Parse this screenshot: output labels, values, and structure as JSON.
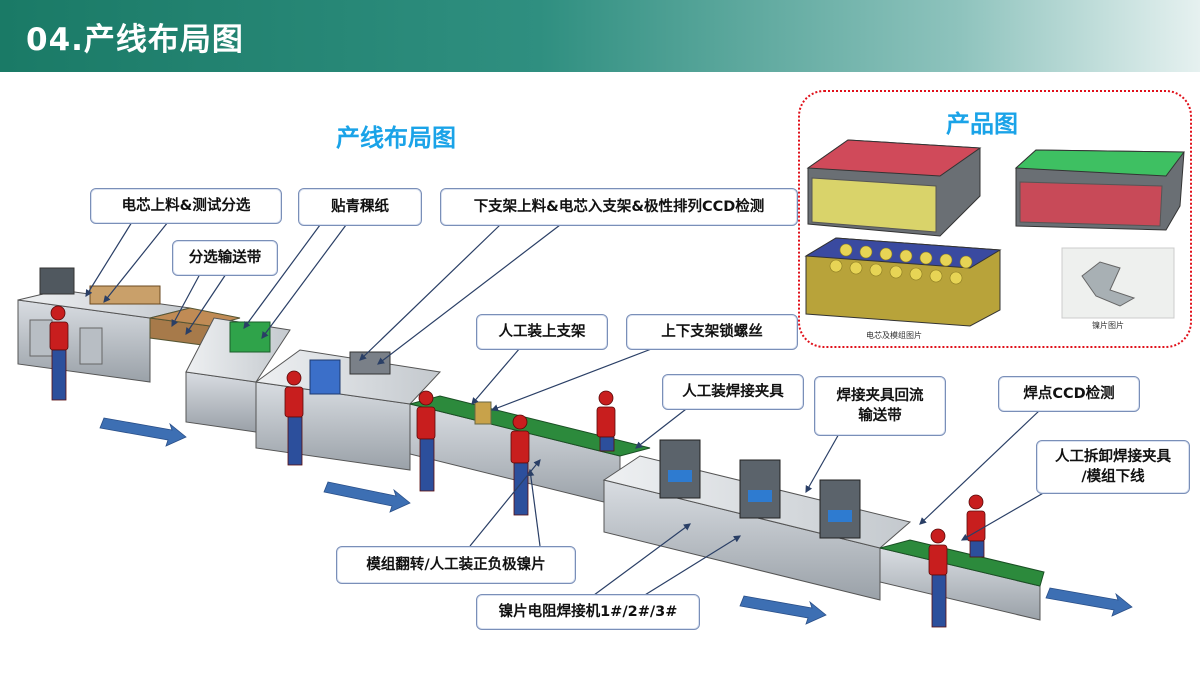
{
  "header": {
    "title": "04.产线布局图"
  },
  "diagram_title": "产线布局图",
  "product": {
    "title": "产品图",
    "caption_cells": "电芯及模组图片",
    "caption_nickel": "镍片图片"
  },
  "callouts": [
    "电芯上料&测试分选",
    "分选输送带",
    "贴青稞纸",
    "下支架上料&电芯入支架&极性排列CCD检测",
    "人工装上支架",
    "上下支架锁螺丝",
    "人工装焊接夹具",
    "焊接夹具回流",
    "输送带",
    "焊点CCD检测",
    "人工拆卸焊接夹具",
    "/模组下线",
    "模组翻转/人工装正负极镍片",
    "镍片电阻焊接机1#/2#/3#"
  ],
  "colors": {
    "header": "#1a7a66",
    "title": "#1aa3e8",
    "arrow": "#3d6fb3",
    "frame": "#e0101a",
    "worker": "#c81e1e"
  }
}
